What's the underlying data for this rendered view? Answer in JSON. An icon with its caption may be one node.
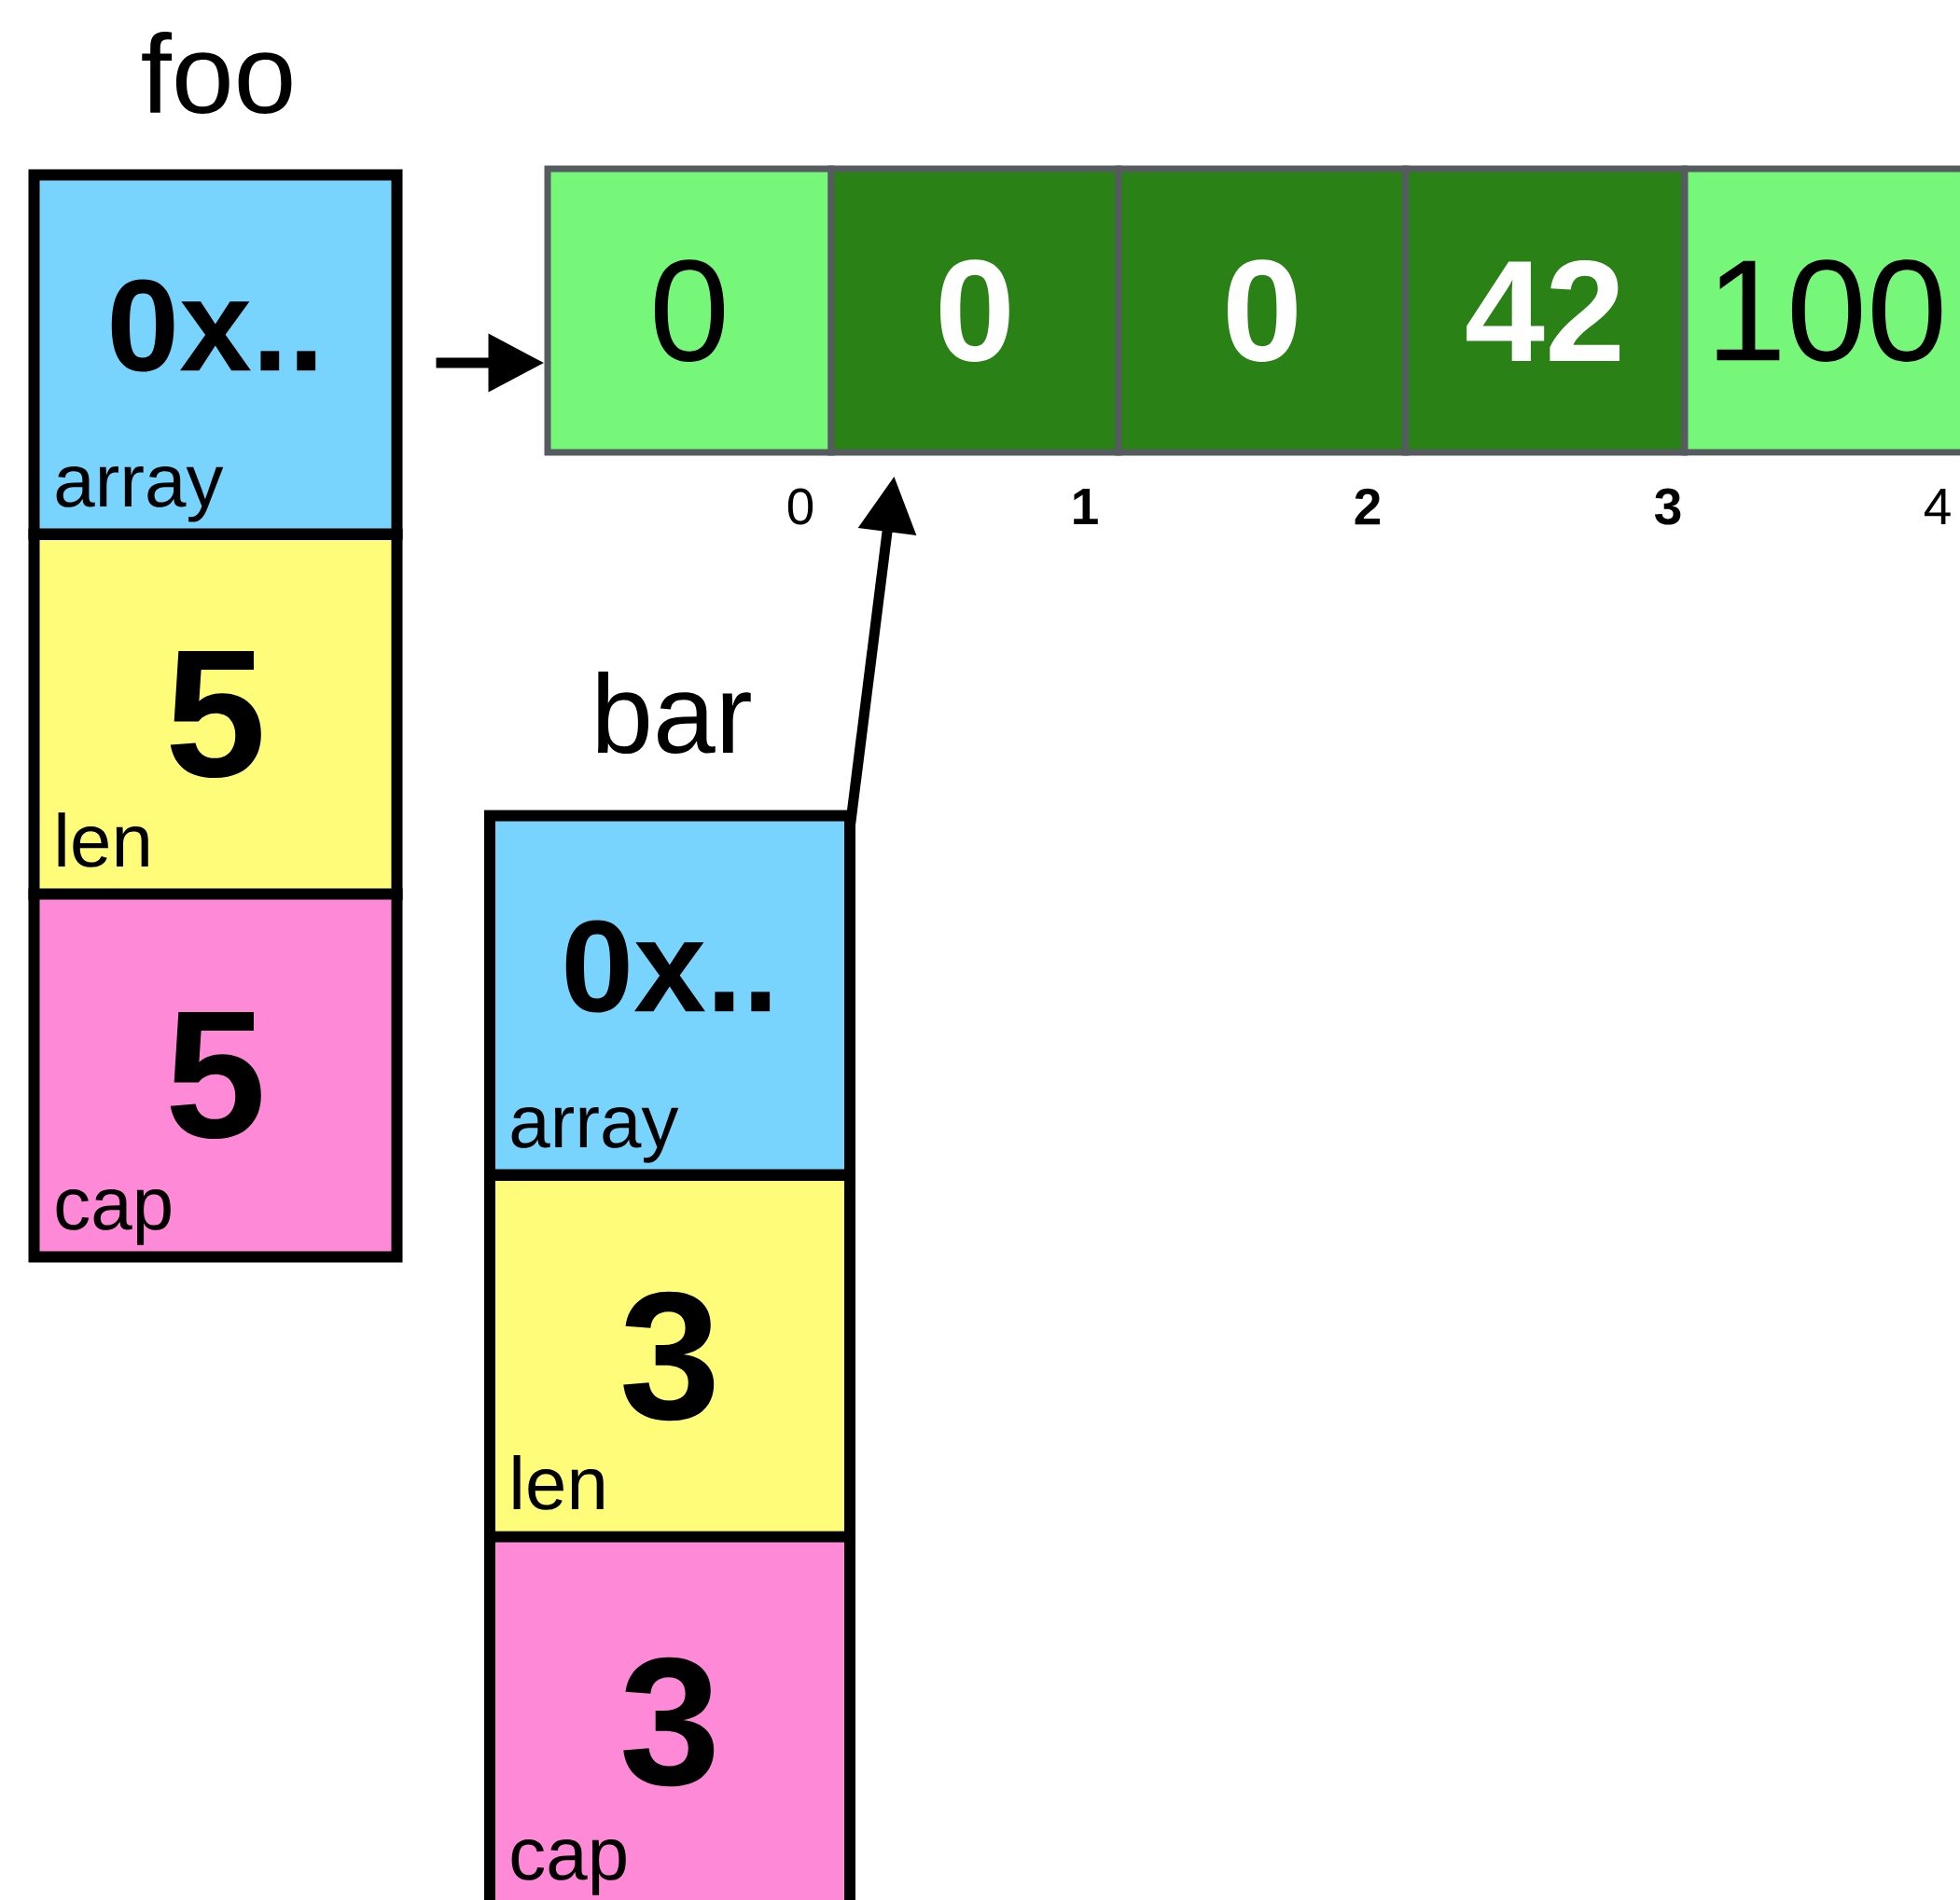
{
  "diagram": {
    "nodes": [
      {
        "text": [
          "0x..",
          "array"
        ]
      },
      {
        "text": [
          "5",
          "len"
        ]
      },
      {
        "text": [
          "5",
          "cap"
        ]
      },
      {
        "text": [
          "0"
        ],
        "beside": [
          "0"
        ]
      },
      {
        "text": [
          "0"
        ],
        "beside": [
          "1"
        ]
      },
      {
        "text": [
          "0"
        ],
        "beside": [
          "2"
        ]
      },
      {
        "text": [
          "42"
        ],
        "beside": [
          "3"
        ]
      },
      {
        "text": [
          "100"
        ],
        "beside": [
          "4"
        ]
      },
      {
        "text": [
          "0x..",
          "array"
        ]
      },
      {
        "text": [
          "3",
          "len"
        ]
      },
      {
        "text": [
          "3",
          "cap"
        ]
      }
    ],
    "edges": [
      {
        "from": 0,
        "to": 3,
        "arrow": "to"
      },
      {
        "from": 8,
        "to": 4,
        "arrow": "to"
      }
    ],
    "labels": [
      "foo",
      "bar"
    ]
  }
}
